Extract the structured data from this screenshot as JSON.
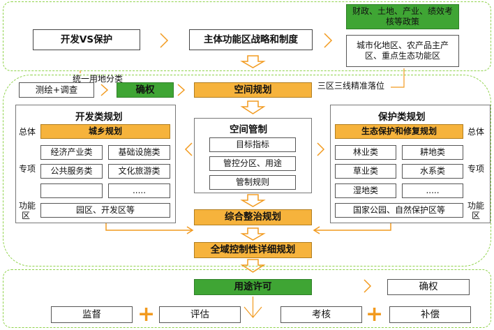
{
  "top": {
    "dev_vs_protect": "开发VS保护",
    "strategy": "主体功能区战略和制度",
    "policy_box": "财政、土地、产业、绩效考核等政策",
    "zones": "城市化地区、农产品主产区、重点生态功能区"
  },
  "middle": {
    "unified_label": "统一用地分类",
    "survey": "测绘+调查",
    "rights": "确权",
    "spatial_plan": "空间规划",
    "three_zones_label": "三区三线精准落位"
  },
  "dev_panel": {
    "title": "开发类规划",
    "side_overall": "总体",
    "side_special": "专项",
    "side_func1": "功能",
    "side_func2": "区",
    "urban_rural": "城乡规划",
    "items": [
      "经济产业类",
      "基础设施类",
      "公共服务类",
      "文化旅游类",
      "",
      "....."
    ],
    "func_zone": "园区、开发区等"
  },
  "control_panel": {
    "title": "空间管制",
    "items": [
      "目标指标",
      "管控分区、用途",
      "管制规则"
    ]
  },
  "protect_panel": {
    "title": "保护类规划",
    "side_overall": "总体",
    "side_special": "专项",
    "side_func1": "功能",
    "side_func2": "区",
    "eco_plan": "生态保护和修复规划",
    "items": [
      "林业类",
      "耕地类",
      "草业类",
      "水系类",
      "湿地类",
      "....."
    ],
    "func_zone": "国家公园、自然保护区等"
  },
  "integrated": {
    "remediation": "综合整治规划",
    "detailed": "全域控制性详细规划"
  },
  "bottom": {
    "permit": "用途许可",
    "rights": "确权",
    "supervision": "监督",
    "evaluation": "评估",
    "assessment": "考核",
    "compensation": "补偿"
  },
  "colors": {
    "orange": "#f6b33c",
    "green": "#3fa534",
    "dashed_border": "#8fd24a",
    "arrow": "#f29a1e",
    "plus": "#f29a1e"
  }
}
